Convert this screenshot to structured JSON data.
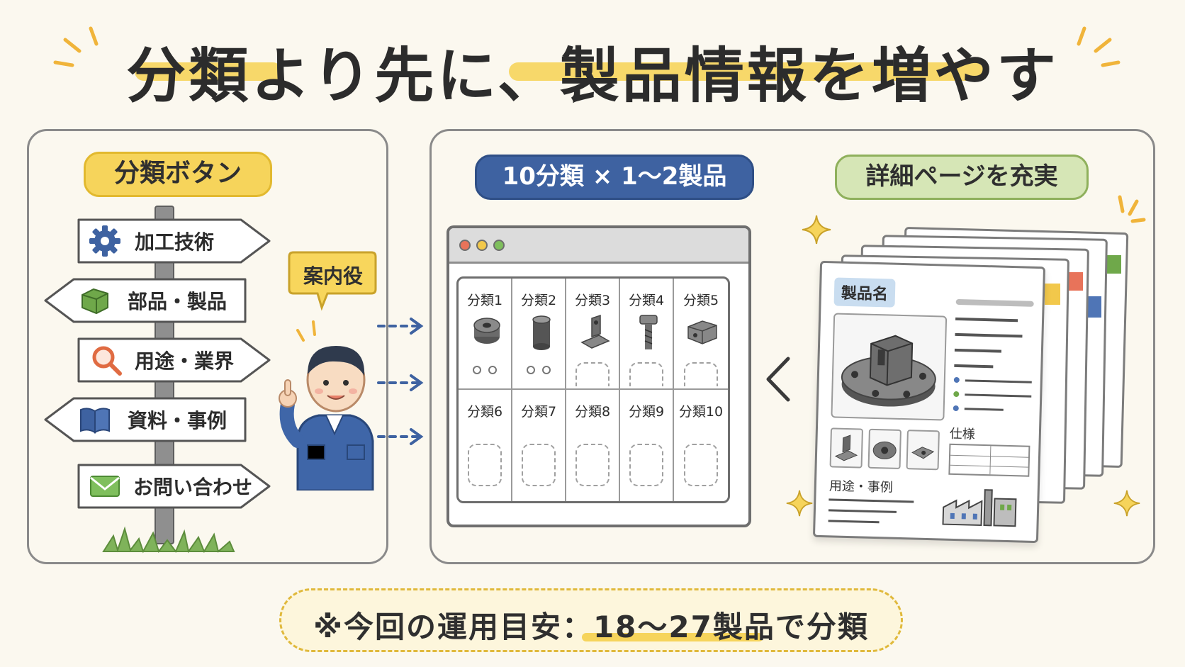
{
  "title": "分類より先に、製品情報を増やす",
  "left_panel": {
    "header": "分類ボタン",
    "signs": [
      {
        "label": "加工技術",
        "icon": "gear-icon"
      },
      {
        "label": "部品・製品",
        "icon": "cube-icon"
      },
      {
        "label": "用途・業界",
        "icon": "magnifier-icon"
      },
      {
        "label": "資料・事例",
        "icon": "book-icon"
      },
      {
        "label": "お問い合わせ",
        "icon": "envelope-icon"
      }
    ],
    "bubble": "案内役"
  },
  "right_panel": {
    "header_left": "10分類 × 1～2製品",
    "header_right": "詳細ページを充実",
    "grid_cells": [
      "分類1",
      "分類2",
      "分類3",
      "分類4",
      "分類5",
      "分類6",
      "分類7",
      "分類8",
      "分類9",
      "分類10"
    ],
    "detail_page": {
      "name_tag": "製品名",
      "spec_label": "仕様",
      "usage_label": "用途・事例"
    }
  },
  "footer": {
    "prefix": "※今回の運用目安：",
    "highlight": "18～27製品",
    "suffix": "で分類"
  },
  "colors": {
    "yellow": "#f6d45b",
    "blue": "#3e62a1",
    "green": "#d6e6b6",
    "background": "#fbf8ef"
  }
}
